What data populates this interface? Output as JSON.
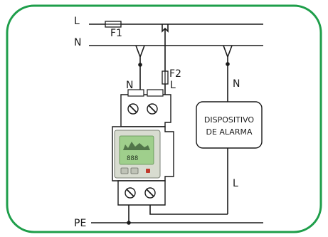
{
  "colors": {
    "frame": "#1e9e4a",
    "line": "#1a1a1a",
    "device_body": "#ffffff",
    "display_bezel": "#d8dcd0",
    "display_screen": "#9fcf8c"
  },
  "labels": {
    "line_L": "L",
    "neutral_N": "N",
    "fuse_F1": "F1",
    "fuse_F2": "F2",
    "terminal_N": "N",
    "terminal_L": "L",
    "alarm_N": "N",
    "alarm_L": "L",
    "earth_PE": "PE"
  },
  "alarm_device": {
    "line1": "DISPOSITIVO",
    "line2": "DE ALARMA"
  },
  "device_display": {
    "digits": "888"
  },
  "icons": {
    "terminal_screw": "screw-terminal-icon",
    "fuse": "fuse-icon"
  }
}
